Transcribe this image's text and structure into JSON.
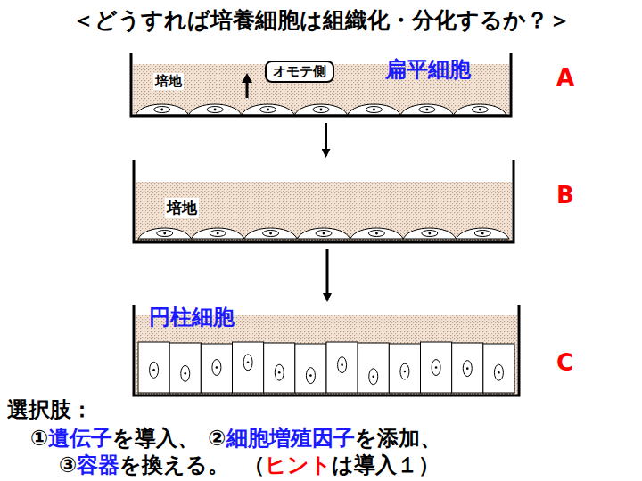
{
  "diagram": {
    "title": "＜どうすれば培養細胞は組織化・分化するか？＞",
    "nodes": [
      {
        "text": [
          "培地",
          "扁平細胞"
        ]
      },
      {
        "text": [
          "オモテ側"
        ],
        "in": 0
      },
      {
        "text": [
          "培地"
        ]
      },
      {
        "text": [
          "円柱細胞"
        ]
      }
    ],
    "edges": [
      {
        "from": 0,
        "to": 2,
        "arrow": "to"
      },
      {
        "from": 2,
        "to": 3,
        "arrow": "to"
      }
    ],
    "labels": [
      "A",
      "B",
      "C",
      "選択肢：",
      "①",
      "遺伝子",
      "を導入、",
      "②",
      "細胞増殖因子",
      "を添加、",
      "③",
      "容器",
      "を換える。",
      "（",
      "ヒント",
      "は導入１）"
    ]
  }
}
